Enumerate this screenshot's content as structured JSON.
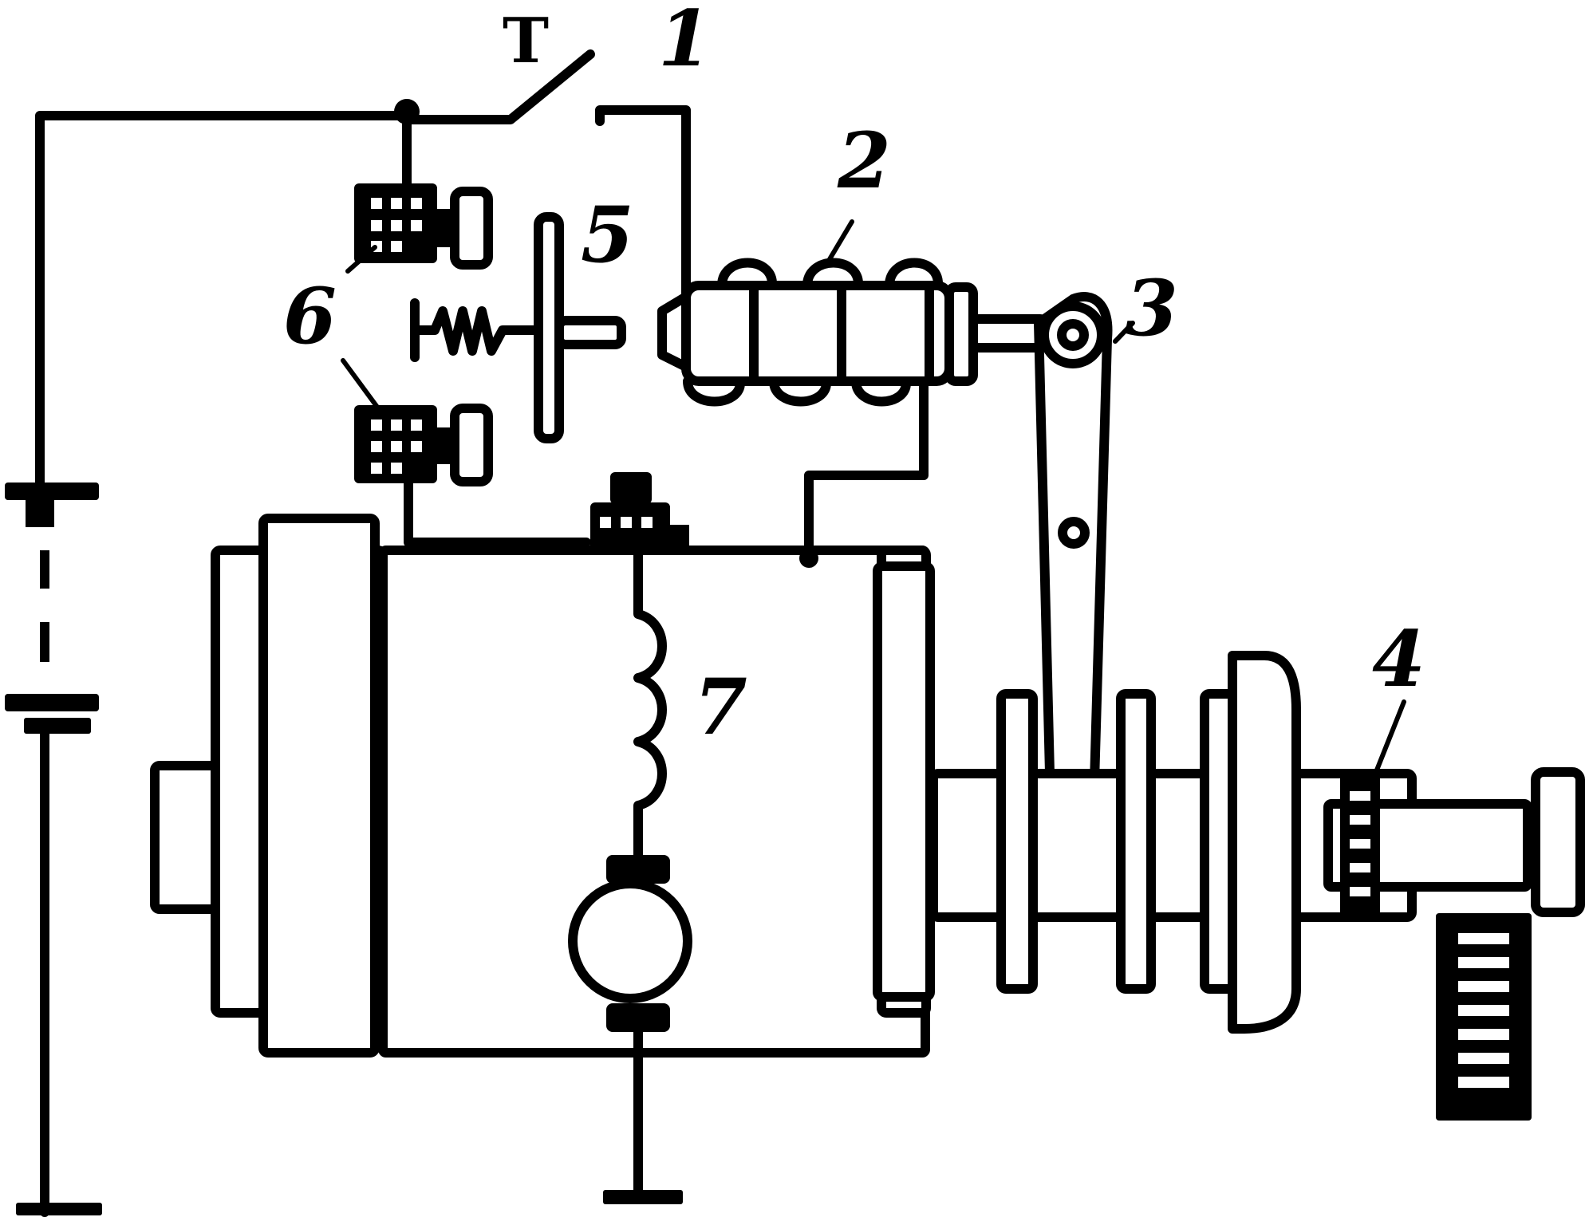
{
  "diagram": {
    "labels": {
      "button": "T",
      "part1": "1",
      "part2": "2",
      "part3": "3",
      "part4": "4",
      "part5": "5",
      "part6": "6",
      "part7": "7"
    },
    "line_color": "#000000",
    "background_color": "#ffffff"
  }
}
